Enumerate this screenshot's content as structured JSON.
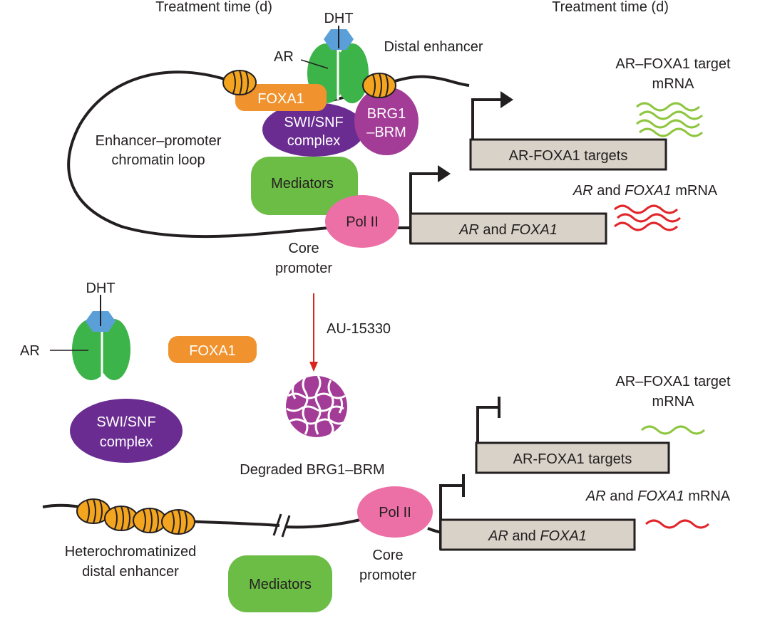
{
  "header": {
    "treatment_time_left": "Treatment time (d)",
    "treatment_time_right": "Treatment time (d)"
  },
  "top_panel": {
    "dht_label": "DHT",
    "ar_label": "AR",
    "distal_enhancer_label": "Distal enhancer",
    "foxa1_label": "FOXA1",
    "swisnf_line1": "SWI/SNF",
    "swisnf_line2": "complex",
    "brg1_line1": "BRG1",
    "brg1_line2": "–BRM",
    "mediators_label": "Mediators",
    "pol2_label": "Pol II",
    "loop_line1": "Enhancer–promoter",
    "loop_line2": "chromatin loop",
    "core_line1": "Core",
    "core_line2": "promoter",
    "target_mrna_line1": "AR–FOXA1 target",
    "target_mrna_line2": "mRNA",
    "targets_gene_label": "AR-FOXA1 targets",
    "ar_foxa1_mrna_italic1": "AR",
    "ar_foxa1_mrna_and": " and ",
    "ar_foxa1_mrna_italic2": "FOXA1",
    "ar_foxa1_mrna_suffix": " mRNA",
    "gene2_italic1": "AR",
    "gene2_and": " and ",
    "gene2_italic2": "FOXA1"
  },
  "middle": {
    "dht_label": "DHT",
    "ar_label": "AR",
    "foxa1_label": "FOXA1",
    "swisnf_line1": "SWI/SNF",
    "swisnf_line2": "complex",
    "drug_label": "AU-15330",
    "degraded_label": "Degraded BRG1–BRM"
  },
  "bottom_panel": {
    "pol2_label": "Pol II",
    "core_line1": "Core",
    "core_line2": "promoter",
    "mediators_label": "Mediators",
    "hetero_line1": "Heterochromatinized",
    "hetero_line2": "distal enhancer",
    "target_mrna_line1": "AR–FOXA1 target",
    "target_mrna_line2": "mRNA",
    "targets_gene_label": "AR-FOXA1 targets",
    "ar_foxa1_mrna_italic1": "AR",
    "ar_foxa1_mrna_and": " and ",
    "ar_foxa1_mrna_italic2": "FOXA1",
    "ar_foxa1_mrna_suffix": " mRNA",
    "gene2_italic1": "AR",
    "gene2_and": " and ",
    "gene2_italic2": "FOXA1"
  },
  "colors": {
    "foxa1": "#f0922d",
    "ar_green": "#3cb449",
    "dht_blue": "#5a9fd8",
    "swisnf_purple": "#6a2c91",
    "brg1_magenta": "#a33c97",
    "mediators_green": "#6cbd45",
    "pol2_pink": "#ec6fa6",
    "gene_box": "#d8d2c8",
    "nucleosome": "#f3a51f",
    "target_mrna_green": "#8dc63f",
    "ar_mrna_red": "#e0262b",
    "drug_arrow": "#d7261e"
  }
}
